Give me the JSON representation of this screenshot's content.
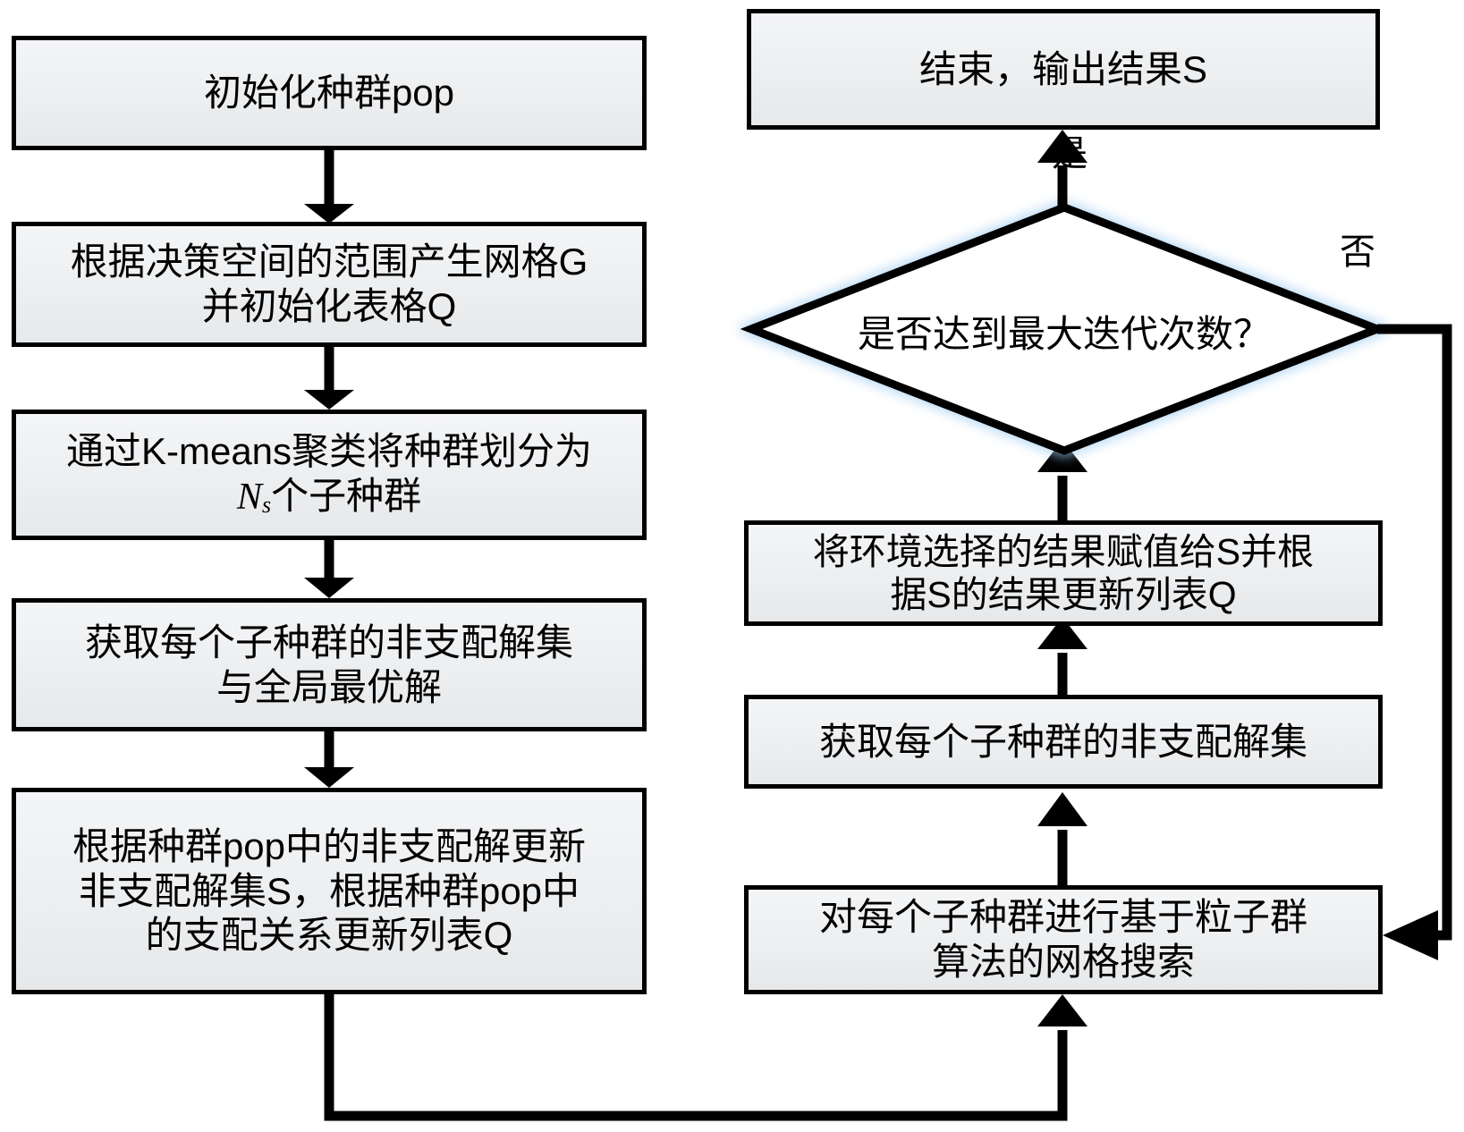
{
  "diagram": {
    "type": "flowchart",
    "title_present": false,
    "colors": {
      "stroke": "#000000",
      "node_fill": "#eceef0",
      "glow": "#bcd9f2",
      "text": "#000000"
    },
    "nodes": [
      {
        "id": "n1",
        "shape": "process",
        "lines": [
          "初始化种群pop"
        ]
      },
      {
        "id": "n2",
        "shape": "process",
        "lines": [
          "根据决策空间的范围产生网格G",
          "并初始化表格Q"
        ]
      },
      {
        "id": "n3",
        "shape": "process",
        "lines": [
          "通过K-means聚类将种群划分为",
          "N_s 个子种群"
        ],
        "math": {
          "var": "N",
          "sub": "s",
          "suffix": "个子种群"
        }
      },
      {
        "id": "n4",
        "shape": "process",
        "lines": [
          "获取每个子种群的非支配解集",
          "与全局最优解"
        ]
      },
      {
        "id": "n5",
        "shape": "process",
        "lines": [
          "根据种群pop中的非支配解更新",
          "非支配解集S，根据种群pop中",
          "的支配关系更新列表Q"
        ]
      },
      {
        "id": "n6",
        "shape": "process",
        "lines": [
          "对每个子种群进行基于粒子群",
          "算法的网格搜索"
        ]
      },
      {
        "id": "n7",
        "shape": "process",
        "lines": [
          "获取每个子种群的非支配解集"
        ]
      },
      {
        "id": "n8",
        "shape": "process",
        "lines": [
          "将环境选择的结果赋值给S并根",
          "据S的结果更新列表Q"
        ]
      },
      {
        "id": "n9",
        "shape": "decision",
        "lines": [
          "是否达到最大迭代次数？"
        ]
      },
      {
        "id": "n10",
        "shape": "terminator",
        "lines": [
          "结束，输出结果S"
        ]
      }
    ],
    "edge_labels": {
      "yes": "是",
      "no": "否"
    },
    "edges": [
      {
        "from": "n1",
        "to": "n2",
        "label": ""
      },
      {
        "from": "n2",
        "to": "n3",
        "label": ""
      },
      {
        "from": "n3",
        "to": "n4",
        "label": ""
      },
      {
        "from": "n4",
        "to": "n5",
        "label": ""
      },
      {
        "from": "n5",
        "to": "n6",
        "label": ""
      },
      {
        "from": "n6",
        "to": "n7",
        "label": ""
      },
      {
        "from": "n7",
        "to": "n8",
        "label": ""
      },
      {
        "from": "n8",
        "to": "n9",
        "label": ""
      },
      {
        "from": "n9",
        "to": "n10",
        "label": "是"
      },
      {
        "from": "n9",
        "to": "n6",
        "label": "否"
      }
    ]
  }
}
